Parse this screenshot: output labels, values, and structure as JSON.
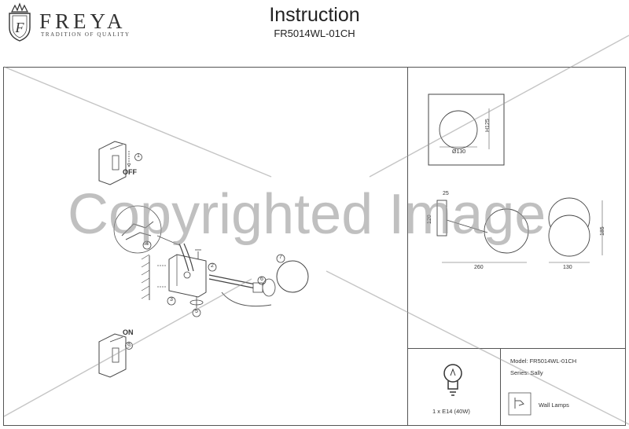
{
  "brand": {
    "name": "FREYA",
    "tagline": "TRADITION OF QUALITY"
  },
  "document": {
    "title": "Instruction",
    "model_code": "FR5014WL-01CH"
  },
  "diagram": {
    "step_off": "OFF",
    "step_on": "ON",
    "step_numbers": [
      "1",
      "2",
      "3",
      "4",
      "5",
      "6",
      "7",
      "8"
    ]
  },
  "dimensions": {
    "front_diameter": "Ø130",
    "front_height": "H125",
    "side_width": "260",
    "side_depth": "130",
    "side_height": "185",
    "base_width": "25",
    "base_height": "120"
  },
  "spec": {
    "bulb": "1 x E14 (40W)",
    "model_line": "Model: FR5014WL-01CH",
    "series_line": "Series: Sally",
    "category": "Wall Lamps"
  },
  "watermark": "Copyrighted Image"
}
